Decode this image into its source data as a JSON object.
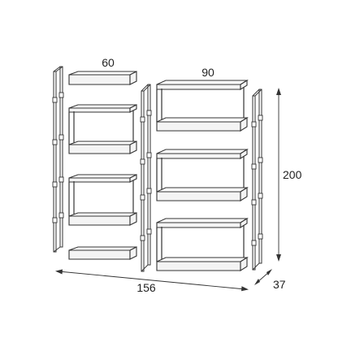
{
  "diagram": {
    "labels": {
      "left_width": "60",
      "right_width": "90",
      "total_width": "156",
      "height": "200",
      "depth": "37"
    }
  }
}
